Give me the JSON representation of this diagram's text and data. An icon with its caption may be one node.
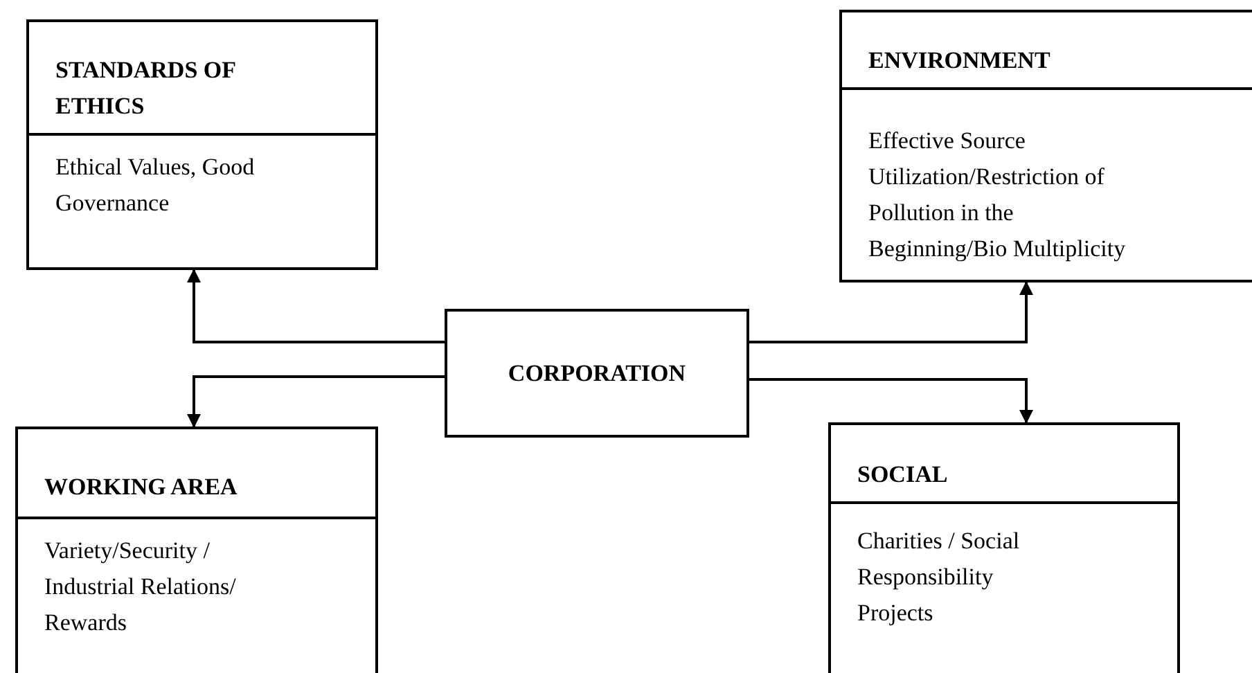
{
  "diagram": {
    "nodes": [
      {
        "text": [
          "STANDARDS OF ETHICS",
          "Ethical Values, Good Governance"
        ]
      },
      {
        "text": [
          "ENVIRONMENT",
          "Effective Source Utilization/Restriction of Pollution in the Beginning/Bio Multiplicity"
        ]
      },
      {
        "text": [
          "CORPORATION"
        ]
      },
      {
        "text": [
          "WORKING AREA",
          "Variety/Security / Industrial Relations/ Rewards"
        ]
      },
      {
        "text": [
          "SOCIAL",
          "Charities / Social Responsibility Projects"
        ]
      }
    ],
    "edges": [
      {
        "from": 2,
        "to": 0,
        "arrow": "to"
      },
      {
        "from": 2,
        "to": 3,
        "arrow": "to"
      },
      {
        "from": 2,
        "to": 1,
        "arrow": "to"
      },
      {
        "from": 2,
        "to": 4,
        "arrow": "to"
      }
    ]
  }
}
